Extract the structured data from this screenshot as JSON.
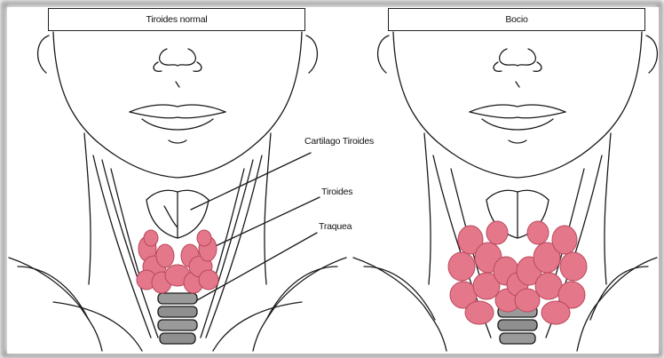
{
  "panels": {
    "left": {
      "title": "Tiroides normal"
    },
    "right": {
      "title": "Bocio"
    }
  },
  "labels": {
    "cartilage": "Cartilago Tiroides",
    "thyroid": "Tiroides",
    "trachea": "Traquea"
  },
  "colors": {
    "line": "#1a1a1a",
    "gland": "#e4788a",
    "gland_dark": "#b9485c",
    "trachea_gray": "#8f8f8f",
    "frame_shadow": "#9a9a9a"
  }
}
